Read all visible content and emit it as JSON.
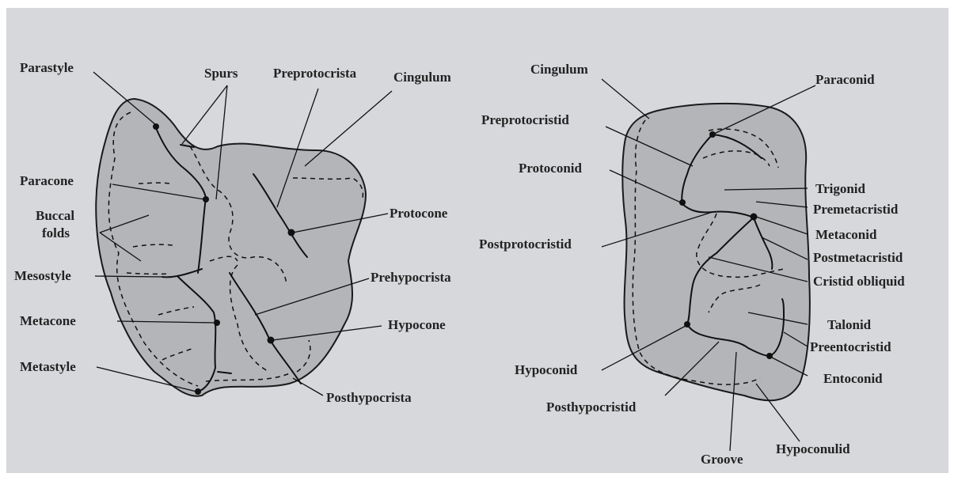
{
  "upper_molar": {
    "labels": {
      "parastyle": "Parastyle",
      "spurs": "Spurs",
      "preprotocrista": "Preprotocrista",
      "cingulum": "Cingulum",
      "paracone": "Paracone",
      "buccal_folds_line1": "Buccal",
      "buccal_folds_line2": "folds",
      "protocone": "Protocone",
      "mesostyle": "Mesostyle",
      "prehypocrista": "Prehypocrista",
      "metacone": "Metacone",
      "hypocone": "Hypocone",
      "metastyle": "Metastyle",
      "posthypocrista": "Posthypocrista"
    }
  },
  "lower_molar": {
    "labels": {
      "cingulum": "Cingulum",
      "paraconid": "Paraconid",
      "preprotocristid": "Preprotocristid",
      "protoconid": "Protoconid",
      "trigonid": "Trigonid",
      "premetacristid": "Premetacristid",
      "postprotocristid": "Postprotocristid",
      "metaconid": "Metaconid",
      "postmetacristid": "Postmetacristid",
      "cristid_obliquid": "Cristid obliquid",
      "talonid": "Talonid",
      "preentocristid": "Preentocristid",
      "hypoconid": "Hypoconid",
      "entoconid": "Entoconid",
      "posthypocristid": "Posthypocristid",
      "hypoconulid": "Hypoconulid",
      "groove": "Groove"
    }
  }
}
